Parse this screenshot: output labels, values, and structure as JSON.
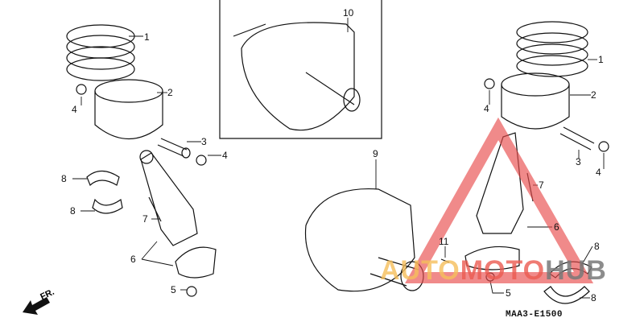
{
  "diagram_code": "MAA3-E1500",
  "direction_label": "FR.",
  "watermark": {
    "part1": "AUTO",
    "part2": "MOTO",
    "part3": "HUB"
  },
  "callouts": [
    "1",
    "2",
    "3",
    "4",
    "4",
    "8",
    "8",
    "7",
    "6",
    "5",
    "10",
    "9",
    "11",
    "1",
    "2",
    "4",
    "3",
    "4",
    "7",
    "6",
    "5",
    "8",
    "8"
  ],
  "colors": {
    "line": "#111111",
    "watermark_red": "#e84b4b",
    "watermark_orange": "#f5be5a",
    "watermark_gray": "#787878"
  }
}
